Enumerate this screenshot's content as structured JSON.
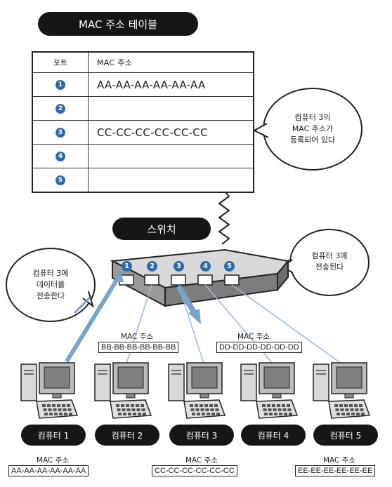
{
  "table": {
    "title": "MAC 주소 테이블",
    "header_port": "포트",
    "header_mac": "MAC 주소",
    "rows": [
      {
        "port": "1",
        "mac": "AA-AA-AA-AA-AA-AA"
      },
      {
        "port": "2",
        "mac": ""
      },
      {
        "port": "3",
        "mac": "CC-CC-CC-CC-CC-CC"
      },
      {
        "port": "4",
        "mac": ""
      },
      {
        "port": "5",
        "mac": ""
      }
    ]
  },
  "bubbles": {
    "table_note": [
      "컴퓨터 3의",
      "MAC 주소가",
      "등록되어 있다"
    ],
    "send_note": [
      "컴퓨터 3에",
      "데이터를",
      "전송한다"
    ],
    "switch_note": [
      "컴퓨터 3에",
      "전송된다"
    ]
  },
  "switch": {
    "label": "스위치",
    "ports": [
      "1",
      "2",
      "3",
      "4",
      "5"
    ]
  },
  "mac_label": "MAC 주소",
  "computers": [
    {
      "name": "컴퓨터 1",
      "mac": "AA-AA-AA-AA-AA-AA"
    },
    {
      "name": "컴퓨터 2",
      "mac": "BB-BB-BB-BB-BB-BB"
    },
    {
      "name": "컴퓨터 3",
      "mac": "CC-CC-CC-CC-CC-CC"
    },
    {
      "name": "컴퓨터 4",
      "mac": "DD-DD-DD-DD-DD-DD"
    },
    {
      "name": "컴퓨터 5",
      "mac": "EE-EE-EE-EE-EE-EE"
    }
  ],
  "colors": {
    "accent": "#2e6aa8",
    "arrow": "#7aa3cc",
    "line": "#9ab8d8",
    "dark": "#161616"
  }
}
